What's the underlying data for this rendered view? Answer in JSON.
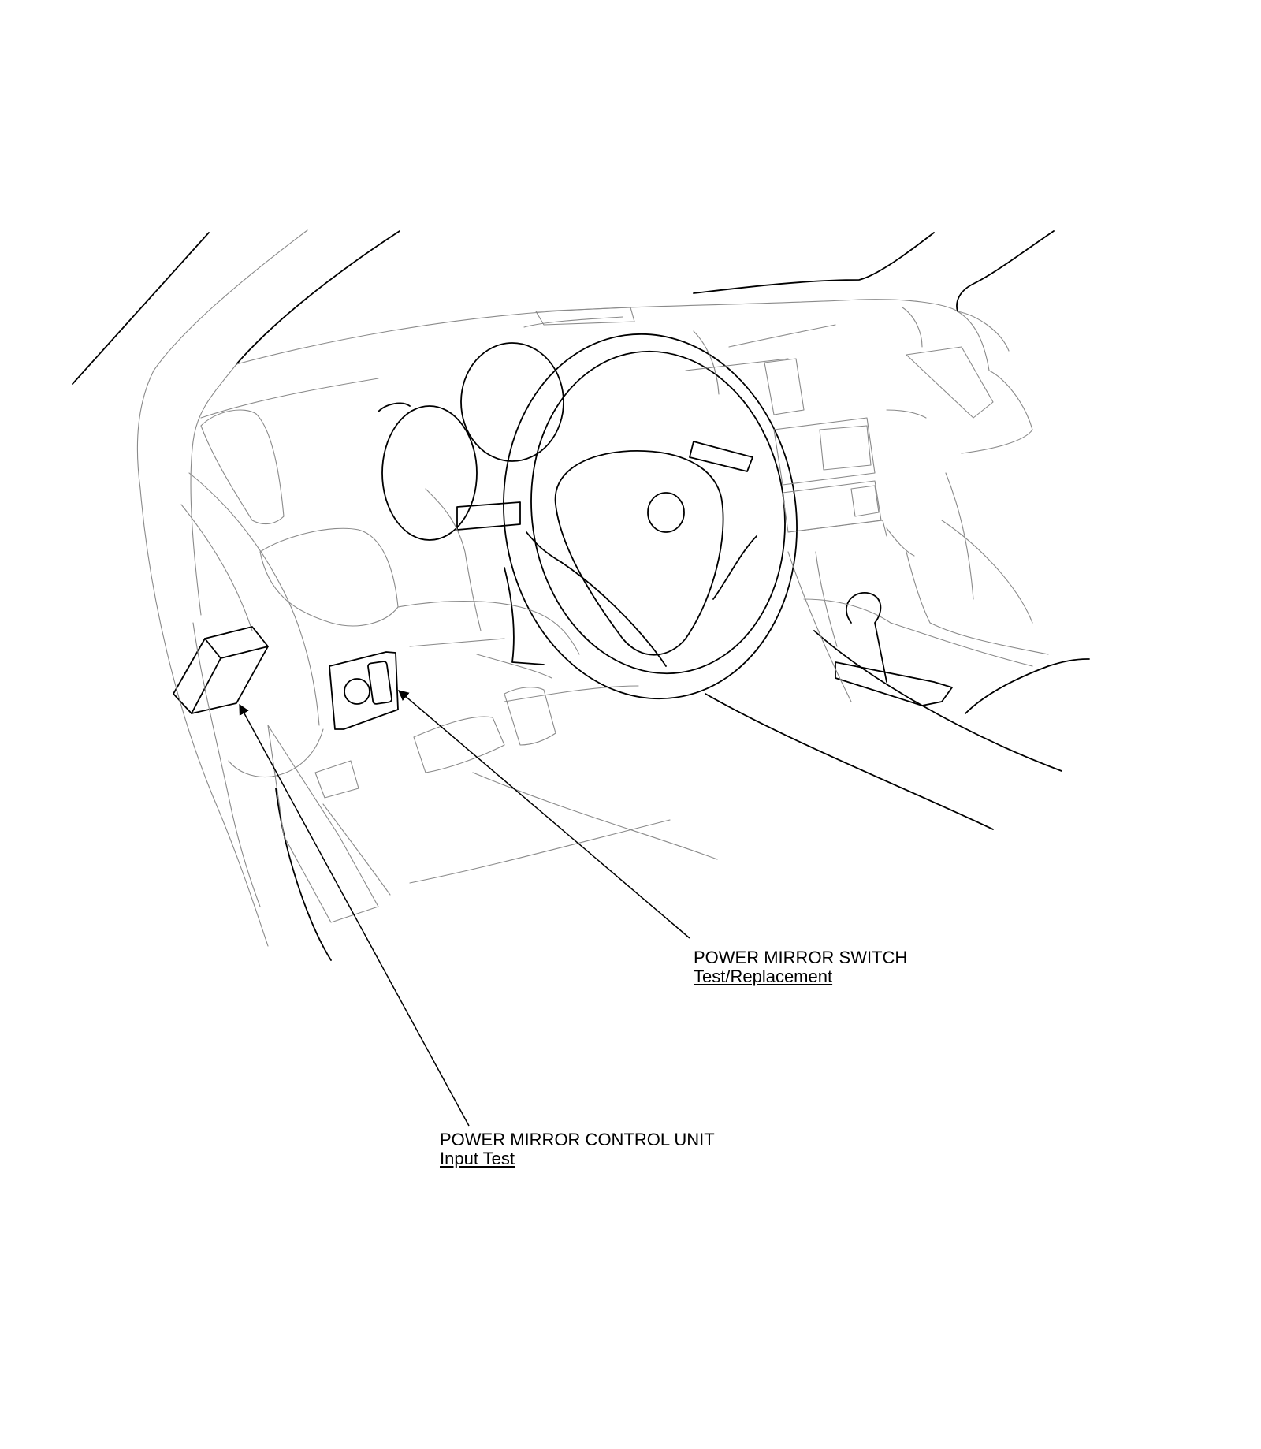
{
  "colors": {
    "background": "#ffffff",
    "ink": "#000000",
    "thin_line": "#8a8a8a"
  },
  "callouts": {
    "power_mirror_switch": {
      "title": "POWER MIRROR SWITCH",
      "link": "Test/Replacement"
    },
    "power_mirror_control_unit": {
      "title": "POWER MIRROR CONTROL UNIT",
      "link": "Input Test"
    }
  }
}
